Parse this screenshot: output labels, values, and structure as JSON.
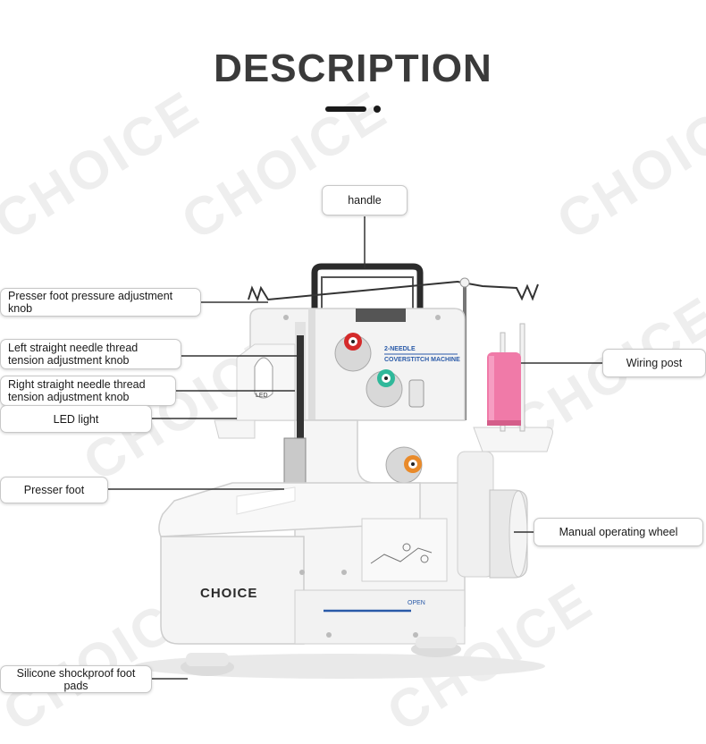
{
  "page": {
    "title": "DESCRIPTION",
    "watermark": "CHOICE"
  },
  "labels": {
    "handle": "handle",
    "presser_foot_pressure": "Presser foot pressure adjustment knob",
    "left_needle_line1": "Left straight needle thread",
    "left_needle_line2": "tension adjustment knob",
    "right_needle_line1": "Right straight needle thread",
    "right_needle_line2": "tension adjustment knob",
    "led_light": "LED light",
    "presser_foot": "Presser foot",
    "silicone_pads": "Silicone shockproof foot pads",
    "wiring_post": "Wiring post",
    "manual_wheel": "Manual operating wheel"
  },
  "machine": {
    "brand": "CHOICE",
    "panel_line1": "2-NEEDLE",
    "panel_line2": "COVERSTITCH MACHINE",
    "led_text": "LED",
    "open_text": "OPEN",
    "knob_colors": [
      "#d42a2a",
      "#2fb89a",
      "#e98a2a"
    ],
    "thread_color": "#f07aa8"
  }
}
